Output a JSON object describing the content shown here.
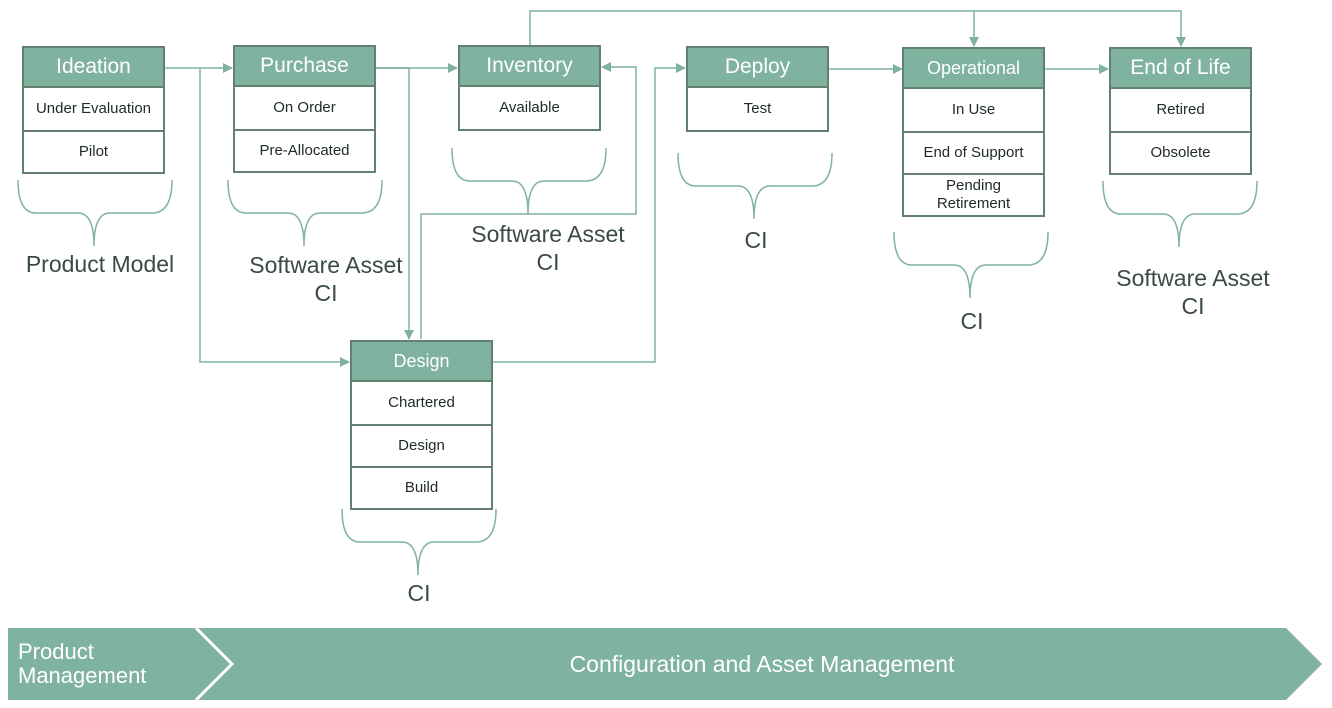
{
  "stages": {
    "ideation": {
      "title": "Ideation",
      "items": [
        "Under Evaluation",
        "Pilot"
      ]
    },
    "purchase": {
      "title": "Purchase",
      "items": [
        "On Order",
        "Pre-Allocated"
      ]
    },
    "inventory": {
      "title": "Inventory",
      "items": [
        "Available"
      ]
    },
    "deploy": {
      "title": "Deploy",
      "items": [
        "Test"
      ]
    },
    "operational": {
      "title": "Operational",
      "items": [
        "In Use",
        "End of Support",
        "Pending Retirement"
      ]
    },
    "end_of_life": {
      "title": "End of Life",
      "items": [
        "Retired",
        "Obsolete"
      ]
    },
    "design": {
      "title": "Design",
      "items": [
        "Chartered",
        "Design",
        "Build"
      ]
    }
  },
  "labels": {
    "ideation": [
      "Product Model"
    ],
    "purchase": [
      "Software Asset",
      "CI"
    ],
    "inventory": [
      "Software Asset",
      "CI"
    ],
    "deploy": [
      "CI"
    ],
    "operational": [
      "CI"
    ],
    "end_of_life": [
      "Software Asset",
      "CI"
    ],
    "design": [
      "CI"
    ]
  },
  "band": {
    "product_management": [
      "Product",
      "Management"
    ],
    "config_asset": "Configuration and Asset Management"
  },
  "colors": {
    "header_fill": "#7fb29f",
    "border": "#64806f",
    "connector": "#7fb29f",
    "band_fill": "#80b39f"
  }
}
